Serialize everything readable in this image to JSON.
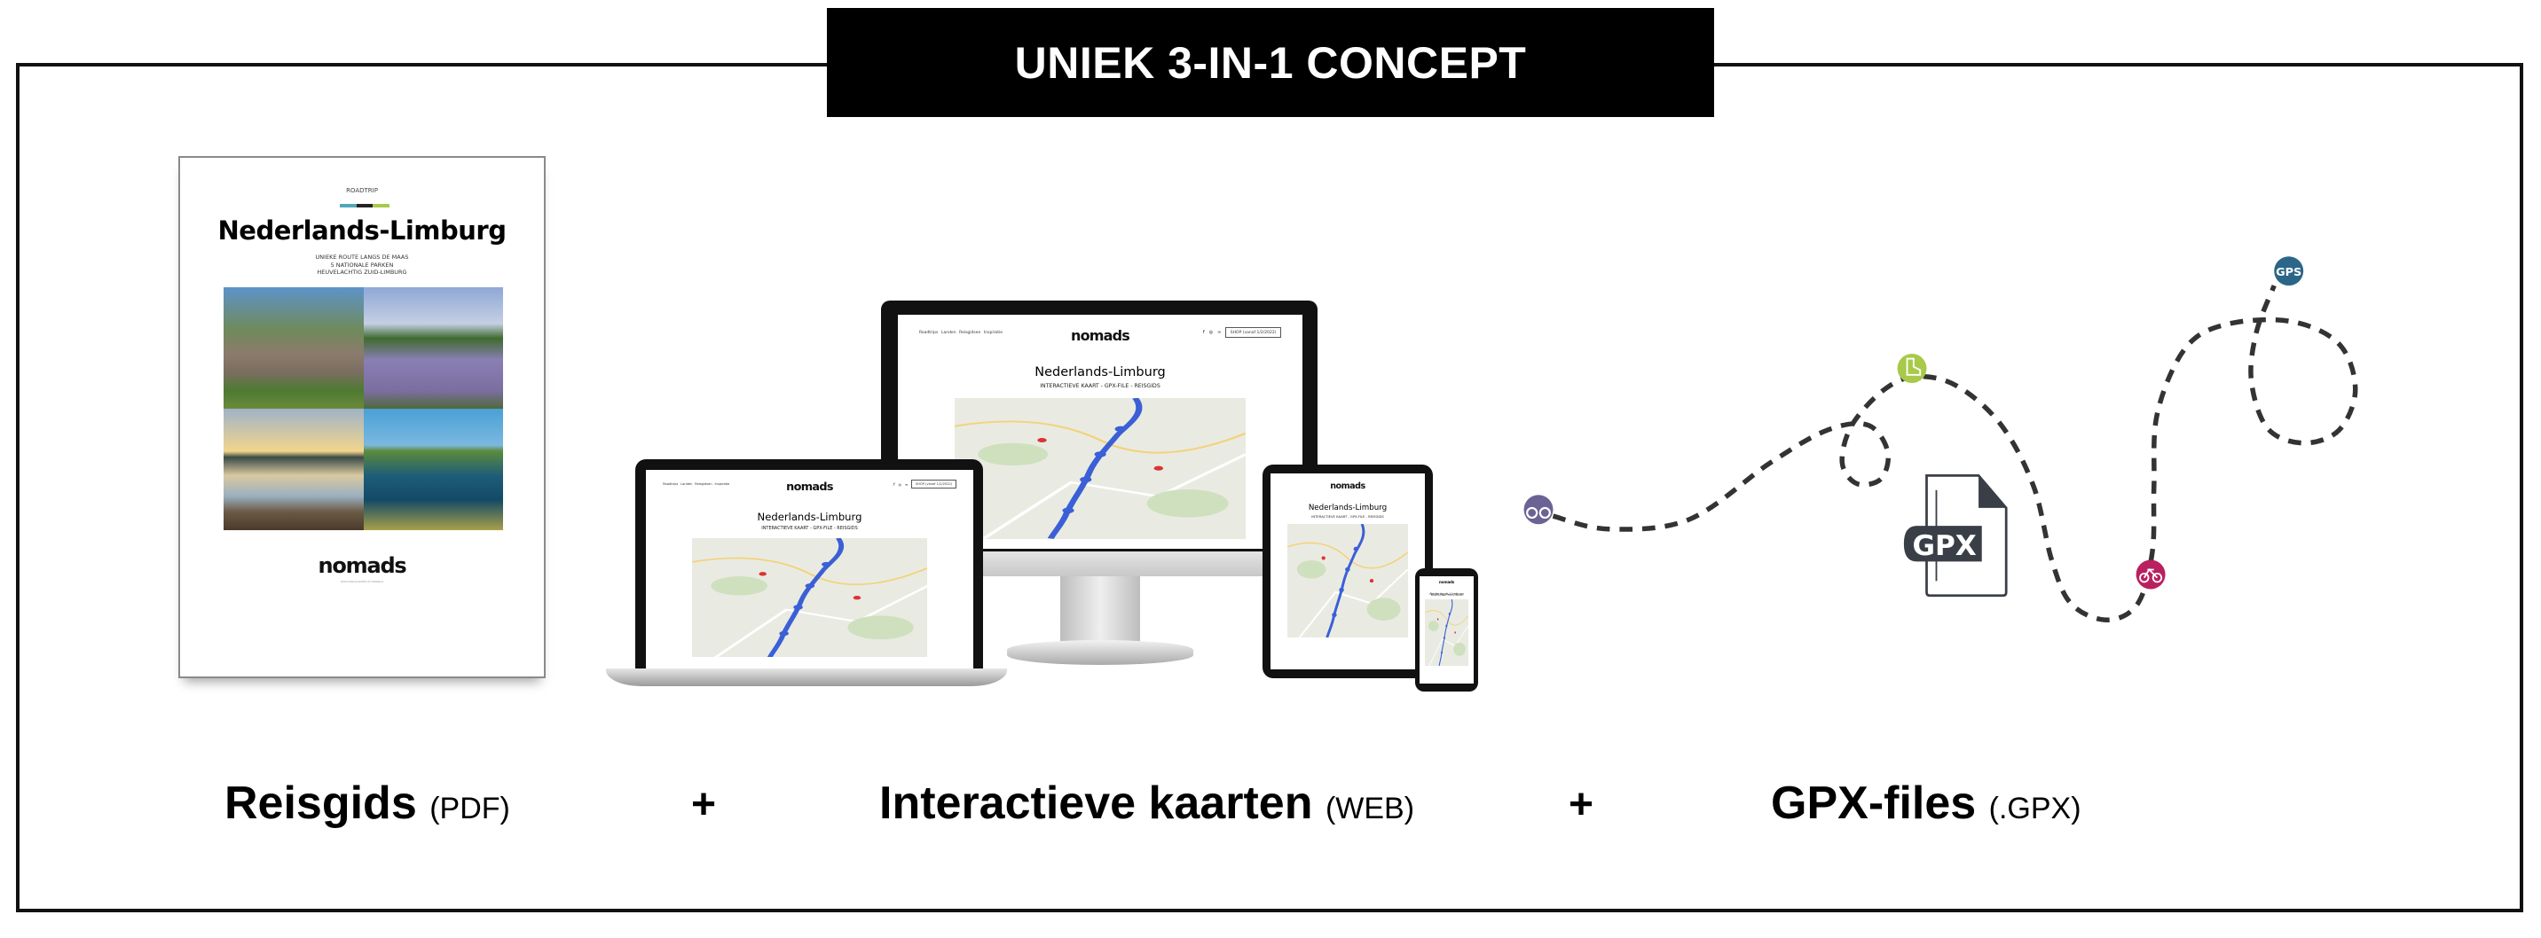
{
  "banner": {
    "title": "UNIEK 3-IN-1 CONCEPT"
  },
  "book": {
    "kicker": "ROADTRIP",
    "title": "Nederlands-Limburg",
    "subtitle_lines": [
      "UNIEKE ROUTE LANGS DE MAAS",
      "5 NATIONALE PARKEN",
      "HEUVELACHTIG ZUID-LIMBURG"
    ],
    "logo": "nomads",
    "tagline": "DISCOVER EUROPE ON WHEELS",
    "stripe_colors": [
      "#4fa8b8",
      "#222222",
      "#a9c94a"
    ]
  },
  "website": {
    "nav": [
      "Roadtrips",
      "Landen",
      "Reisgidsen",
      "Inspiratie"
    ],
    "logo": "nomads",
    "social": [
      "f",
      "◎",
      "∞"
    ],
    "shop_button": "SHOP (vanaf 1/2/2022)",
    "title": "Nederlands-Limburg",
    "subtitle": "INTERACTIEVE KAART - GPX-FILE - REISGIDS",
    "route_color": "#3b5fd6"
  },
  "gpx": {
    "file_label": "GPX",
    "markers": [
      {
        "icon": "binoculars-icon",
        "color": "#6b6394"
      },
      {
        "icon": "hiking-boot-icon",
        "color": "#a9c94a"
      },
      {
        "icon": "bicycle-icon",
        "color": "#b8205f"
      },
      {
        "icon": "gps-icon",
        "color": "#2b6688",
        "text": "GPS"
      }
    ],
    "route_color": "#333333"
  },
  "labels": [
    {
      "bold": "Reisgids",
      "small": "(PDF)"
    },
    {
      "bold": "Interactieve kaarten",
      "small": "(WEB)"
    },
    {
      "bold": "GPX-files",
      "small": "(.GPX)"
    }
  ],
  "plus": "+"
}
